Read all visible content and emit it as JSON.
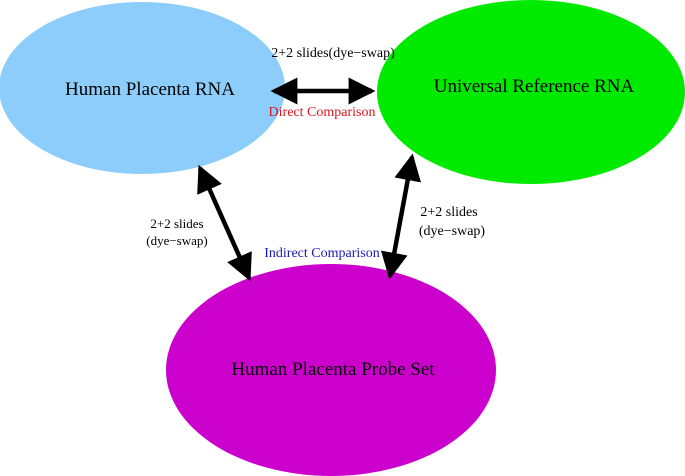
{
  "nodes": {
    "placenta_rna": {
      "label": "Human Placenta RNA",
      "color": "#8ccdfb"
    },
    "universal_rna": {
      "label": "Universal Reference RNA",
      "color": "#00ea00"
    },
    "probe_set": {
      "label": "Human Placenta Probe Set",
      "color": "#cc00cc"
    }
  },
  "edges": {
    "top": {
      "slides_label": "2+2 slides(dye−swap)",
      "comparison_label": "Direct Comparison",
      "comparison_color": "#e0141e"
    },
    "left": {
      "slides_line1": "2+2 slides",
      "slides_line2": "(dye−swap)"
    },
    "right": {
      "slides_line1": "2+2 slides",
      "slides_line2": "(dye−swap)"
    },
    "bottom": {
      "comparison_label": "Indirect Comparison",
      "comparison_color": "#1a1ab4"
    }
  },
  "arrow_color": "#000000"
}
